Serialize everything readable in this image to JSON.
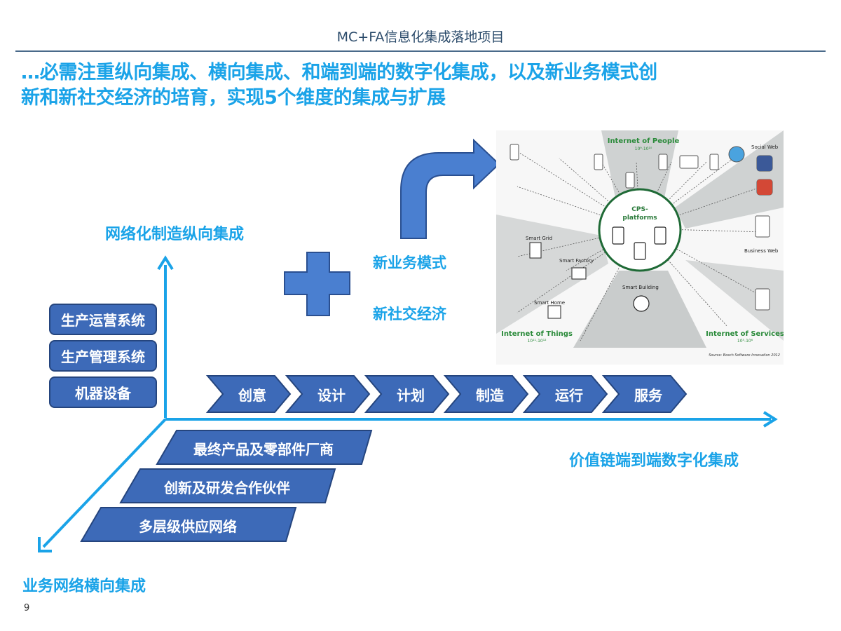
{
  "header": {
    "title": "MC+FA信息化集成落地项目"
  },
  "headline": {
    "line1": "…必需注重纵向集成、横向集成、和端到端的数字化集成，以及新业务模式创",
    "line2": "新和新社交经济的培育，实现5个维度的集成与扩展"
  },
  "axes": {
    "vertical": "网络化制造纵向集成",
    "horizontal": "价值链端到端数字化集成",
    "diagonal": "业务网络横向集成"
  },
  "system_boxes": [
    "生产运营系统",
    "生产管理系统",
    "机器设备"
  ],
  "value_chain": [
    "创意",
    "设计",
    "计划",
    "制造",
    "运行",
    "服务"
  ],
  "network_bars": [
    "最终产品及零部件厂商",
    "创新及研发合作伙伴",
    "多层级供应网络"
  ],
  "new_business": {
    "line1": "新业务模式",
    "line2": "新社交经济"
  },
  "cps_figure": {
    "internet_of_people": "Internet of People",
    "people_exp": "10⁹-10¹⁰",
    "social_web": "Social Web",
    "business_web": "Business Web",
    "internet_of_services": "Internet of Services",
    "services_exp": "10⁵-10⁶",
    "internet_of_things": "Internet of Things",
    "things_exp": "10¹¹-10¹²",
    "cps_platforms_1": "CPS-",
    "cps_platforms_2": "platforms",
    "smart_grid": "Smart Grid",
    "smart_factory": "Smart Factory",
    "smart_home": "Smart Home",
    "smart_building": "Smart Building",
    "source": "Source: Bosch Software Innovation 2012"
  },
  "colors": {
    "accent": "#1aa3e8",
    "box_blue": "#3d6ab8",
    "arrow_blue": "#4a7fd0"
  },
  "page_number": "9"
}
